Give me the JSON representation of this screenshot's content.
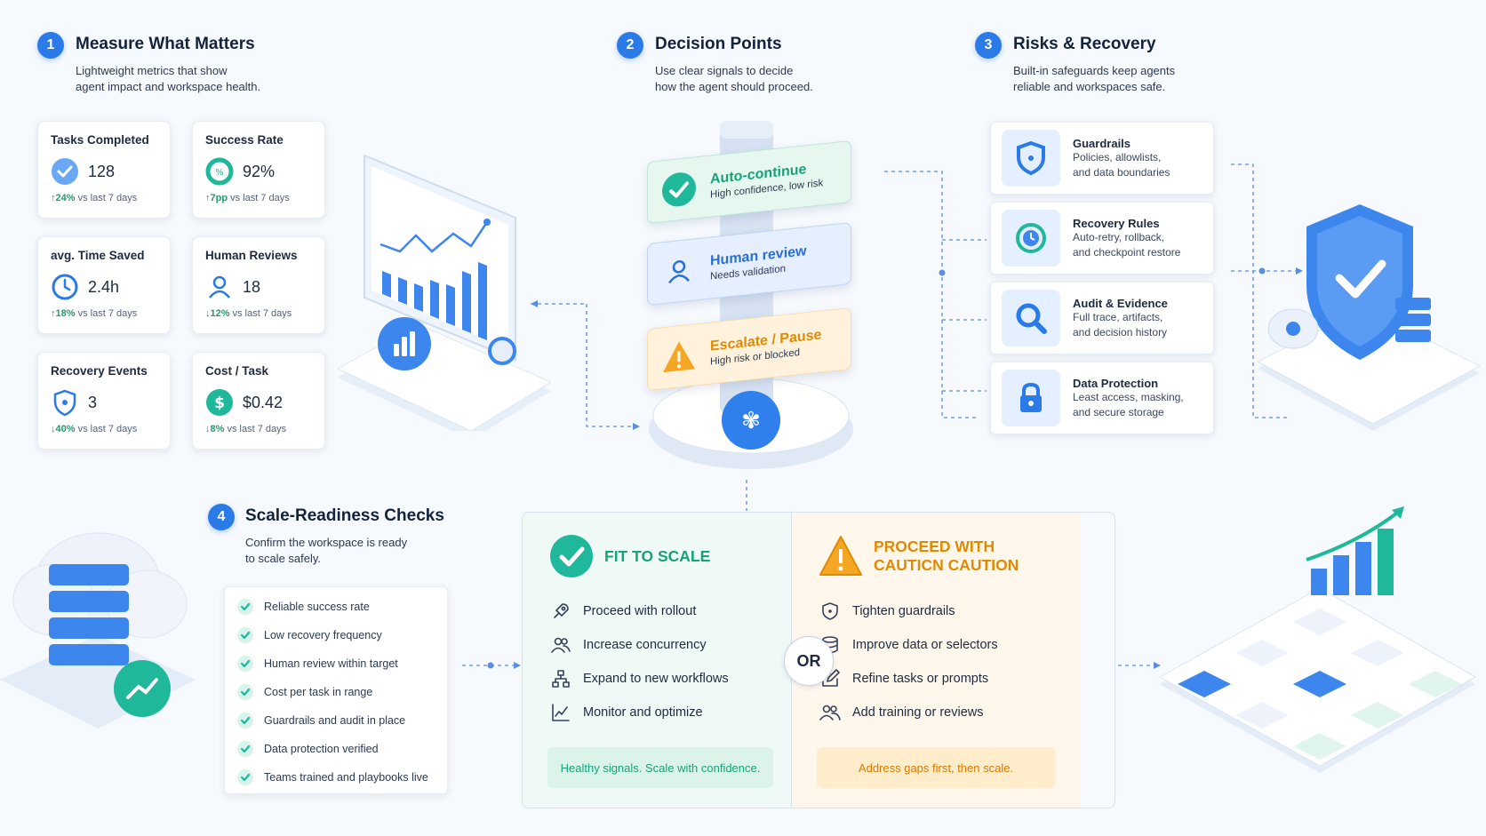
{
  "sections": {
    "measure": {
      "number": "1",
      "title": "Measure What Matters",
      "subtitle": "Lightweight metrics that show\nagent impact and workspace health."
    },
    "decision": {
      "number": "2",
      "title": "Decision Points",
      "subtitle": "Use clear signals to decide\nhow the agent should proceed."
    },
    "risks": {
      "number": "3",
      "title": "Risks & Recovery",
      "subtitle": "Built-in safeguards keep agents\nreliable and workspaces safe."
    },
    "scale": {
      "number": "4",
      "title": "Scale-Readiness Checks",
      "subtitle": "Confirm the workspace is ready\nto scale safely."
    }
  },
  "metrics": [
    {
      "label": "Tasks Completed",
      "value": "128",
      "arrow": "↑",
      "delta": "24%",
      "suffix": " vs last 7 days",
      "icon": "check-circle-icon"
    },
    {
      "label": "Success Rate",
      "value": "92%",
      "arrow": "↑",
      "delta": "7pp",
      "suffix": " vs last 7 days",
      "icon": "percent-gauge-icon"
    },
    {
      "label": "avg. Time Saved",
      "value": "2.4h",
      "arrow": "↑",
      "delta": "18%",
      "suffix": " vs last 7 days",
      "icon": "clock-icon"
    },
    {
      "label": "Human Reviews",
      "value": "18",
      "arrow": "↓",
      "delta": "12%",
      "suffix": " vs last 7 days",
      "icon": "person-icon"
    },
    {
      "label": "Recovery Events",
      "value": "3",
      "arrow": "↓",
      "delta": "40%",
      "suffix": " vs last 7 days",
      "icon": "shield-icon"
    },
    {
      "label": "Cost / Task",
      "value": "$0.42",
      "arrow": "↓",
      "delta": "8%",
      "suffix": " vs last 7 days",
      "icon": "dollar-icon"
    }
  ],
  "signs": [
    {
      "title": "Auto-continue",
      "sub": "High confidence, low risk",
      "color": "#17a37a",
      "bg": "#e6f7f0",
      "icon": "check-icon"
    },
    {
      "title": "Human review",
      "sub": "Needs validation",
      "color": "#2a6fd6",
      "bg": "#e5efff",
      "icon": "person-icon"
    },
    {
      "title": "Escalate / Pause",
      "sub": "High risk or blocked",
      "color": "#e08a00",
      "bg": "#fff2dc",
      "icon": "warning-icon"
    }
  ],
  "risks": [
    {
      "title": "Guardrails",
      "sub": "Policies, allowlists,\nand data boundaries",
      "icon": "shield-icon"
    },
    {
      "title": "Recovery Rules",
      "sub": "Auto-retry, rollback,\nand checkpoint restore",
      "icon": "recovery-clock-icon"
    },
    {
      "title": "Audit & Evidence",
      "sub": "Full trace, artifacts,\nand decision history",
      "icon": "magnifier-icon"
    },
    {
      "title": "Data Protection",
      "sub": "Least access, masking,\nand secure storage",
      "icon": "lock-icon"
    }
  ],
  "checks": [
    "Reliable success rate",
    "Low recovery frequency",
    "Human review within target",
    "Cost per task in range",
    "Guardrails and audit in place",
    "Data protection verified",
    "Teams trained and playbooks live"
  ],
  "fit": {
    "title": "FIT TO SCALE",
    "items": [
      "Proceed with rollout",
      "Increase concurrency",
      "Expand to new workflows",
      "Monitor and optimize"
    ],
    "footer": "Healthy signals. Scale with confidence."
  },
  "or_label": "OR",
  "caution": {
    "title": "PROCEED WITH\nCAUTICN CAUTION",
    "items": [
      "Tighten guardrails",
      "Improve data or selectors",
      "Refine tasks or prompts",
      "Add training or reviews"
    ],
    "footer": "Address gaps first, then scale."
  },
  "colors": {
    "accent": "#2a7ae8",
    "green": "#17a37a",
    "orange": "#e08a00"
  }
}
